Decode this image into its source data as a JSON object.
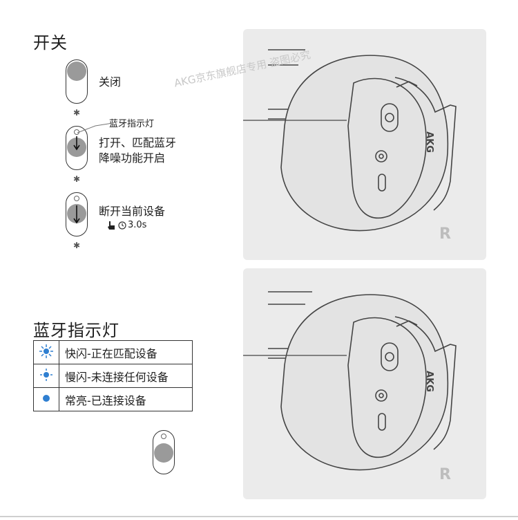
{
  "power_section": {
    "title": "开关",
    "states": [
      {
        "label_lines": [
          "关闭"
        ]
      },
      {
        "indicator_label": "蓝牙指示灯",
        "label_lines": [
          "打开、匹配蓝牙",
          "降噪功能开启"
        ]
      },
      {
        "label_lines": [
          "断开当前设备"
        ],
        "hold_time": "3.0s"
      }
    ],
    "bluetooth_symbol": "✱"
  },
  "legend_section": {
    "title": "蓝牙指示灯",
    "rows": [
      {
        "icon": "fast-blink-icon",
        "text": "快闪-正在匹配设备"
      },
      {
        "icon": "slow-blink-icon",
        "text": "慢闪-未连接任何设备"
      },
      {
        "icon": "solid-light-icon",
        "text": "常亮-已连接设备"
      }
    ]
  },
  "headphone": {
    "brand": "AKG",
    "side_label": "R"
  },
  "watermark": "AKG京东旗舰店专用 盗图必究",
  "colors": {
    "indicator_blue": "#2f7fd1",
    "panel_bg": "#ebebeb",
    "knob_gray": "#9a9a9a"
  }
}
